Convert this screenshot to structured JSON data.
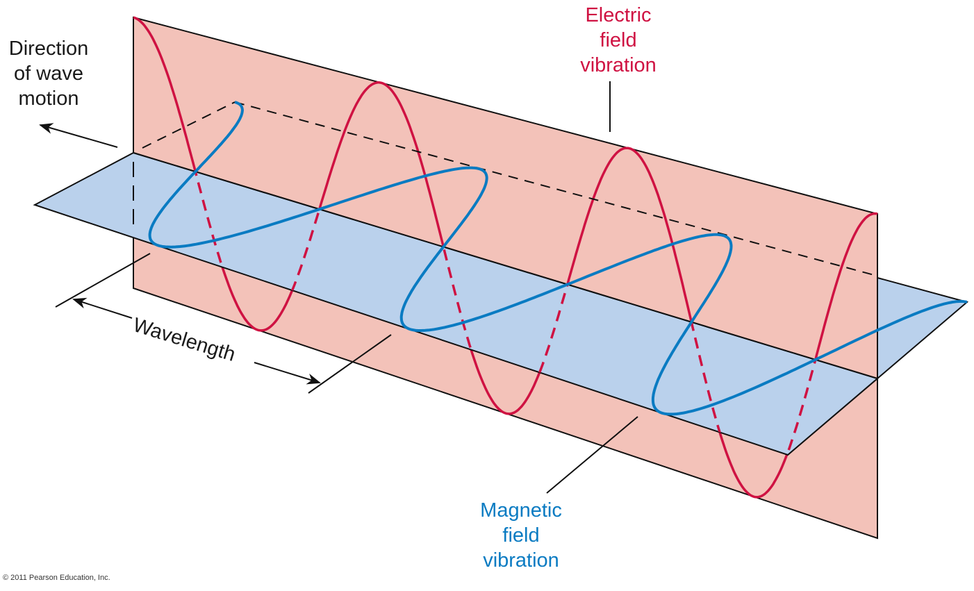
{
  "figure": {
    "title": "Electromagnetic wave",
    "labels": {
      "direction": [
        "Direction",
        "of wave",
        "motion"
      ],
      "electric": [
        "Electric",
        "field",
        "vibration"
      ],
      "magnetic": [
        "Magnetic",
        "field",
        "vibration"
      ],
      "wavelength": "Wavelength"
    },
    "copyright": "© 2011 Pearson Education, Inc.",
    "colors": {
      "electric_plane": "#f3c2b9",
      "magnetic_plane": "#bad1ec",
      "electric_wave": "#cf1242",
      "magnetic_wave": "#0a7bc2",
      "outline": "#111111"
    },
    "wave": {
      "cycles": 3,
      "phase_relation": "in phase"
    }
  }
}
